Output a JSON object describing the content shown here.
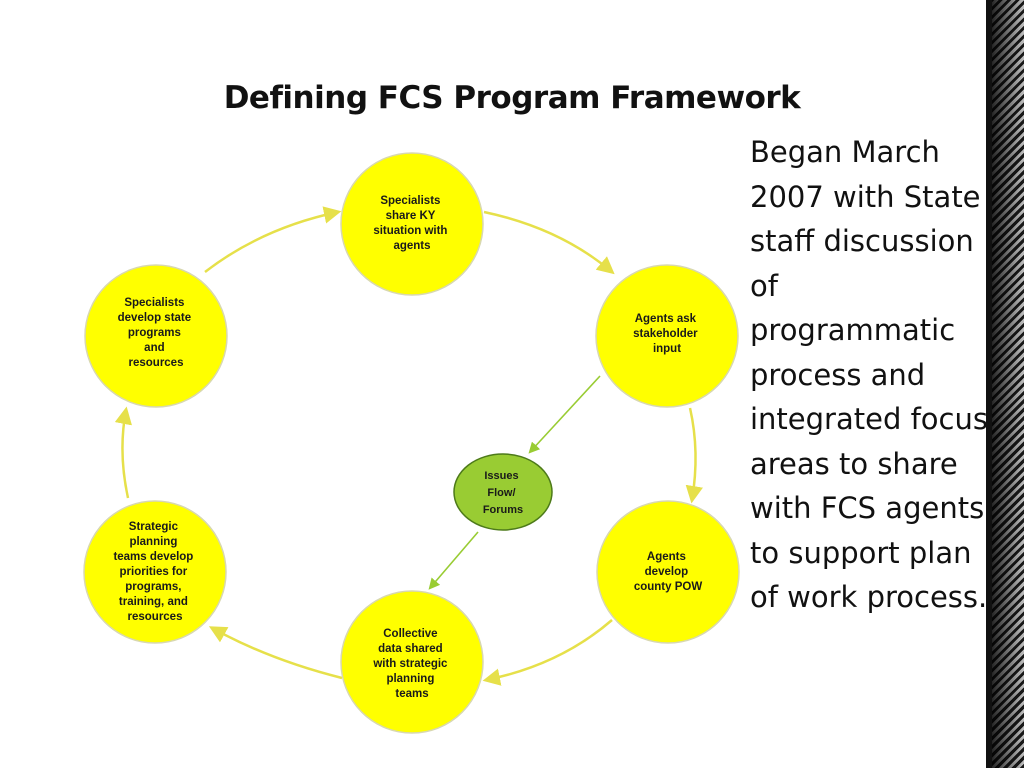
{
  "slide": {
    "title": "Defining FCS Program Framework",
    "side_text": "Began March 2007 with State staff discussion of programmatic process and integrated focus areas to share with FCS agents to support plan of work process."
  },
  "diagram": {
    "colors": {
      "node_fill": "#ffff00",
      "node_stroke": "#d8d8b0",
      "center_fill": "#99cc33",
      "center_stroke": "#4d7a1a",
      "cycle_arrow": "#e6e04a",
      "center_arrow": "#99cc33"
    },
    "nodes": [
      {
        "id": "share",
        "lines": [
          "Specialists",
          "share KY",
          "situation with",
          "agents"
        ]
      },
      {
        "id": "stakeholder",
        "lines": [
          "Agents ask",
          "stakeholder",
          "input"
        ]
      },
      {
        "id": "pow",
        "lines": [
          "Agents",
          "develop",
          "county POW"
        ]
      },
      {
        "id": "collective",
        "lines": [
          "Collective",
          "data shared",
          "with strategic",
          "planning",
          "teams"
        ]
      },
      {
        "id": "strategic",
        "lines": [
          "Strategic",
          "planning",
          "teams develop",
          "priorities for",
          "programs,",
          "training, and",
          "resources"
        ]
      },
      {
        "id": "develop",
        "lines": [
          "Specialists",
          "develop state",
          "programs",
          "and",
          "resources"
        ]
      }
    ],
    "center": {
      "id": "issues",
      "lines": [
        "Issues",
        "Flow/",
        "Forums"
      ]
    }
  }
}
